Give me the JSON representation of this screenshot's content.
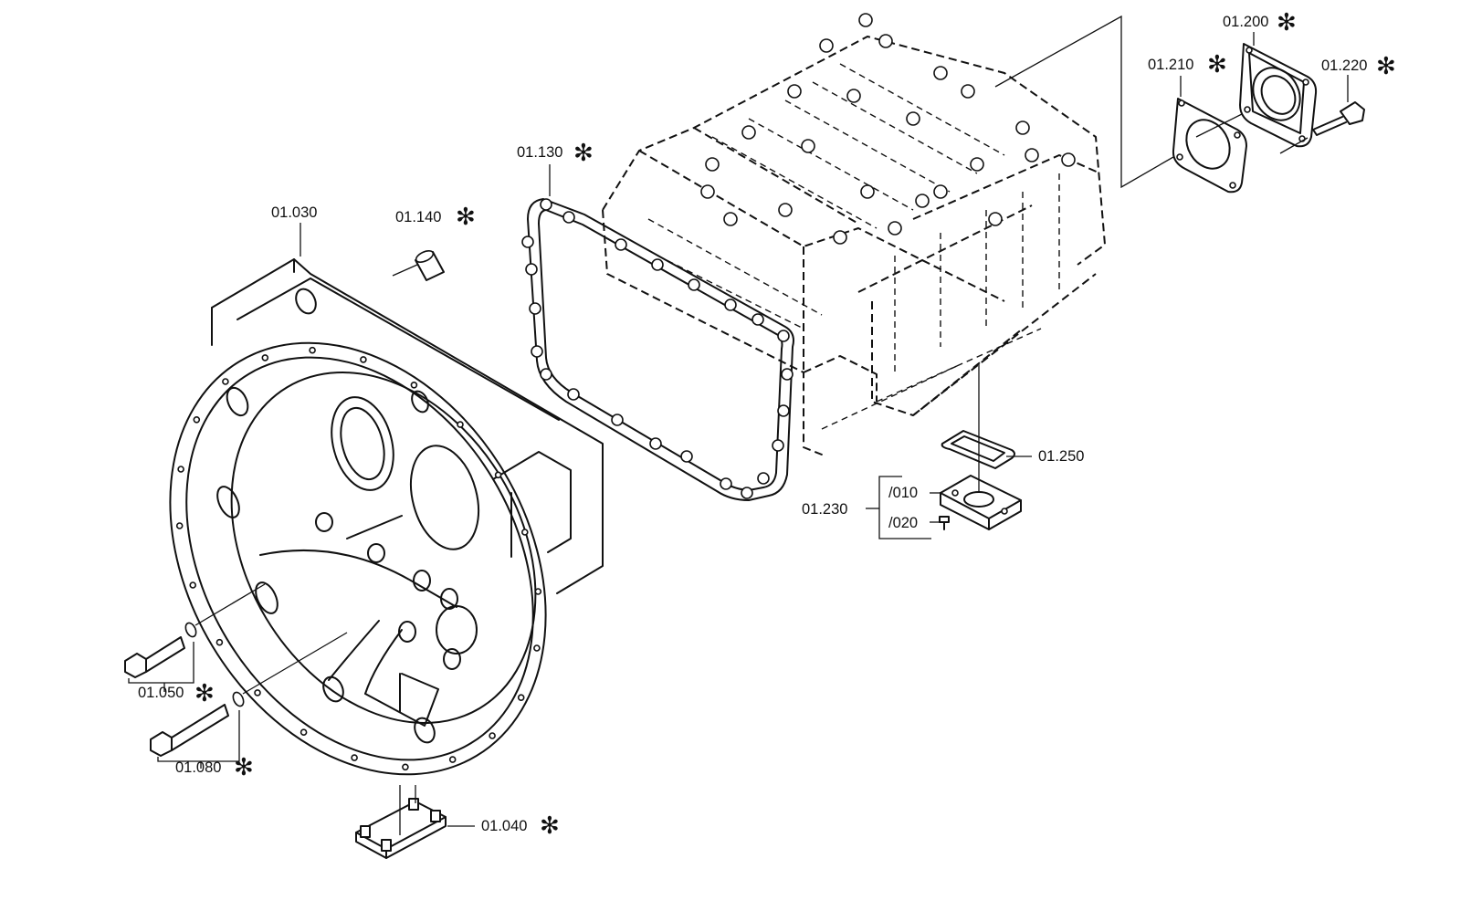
{
  "diagram": {
    "labels": {
      "p01_030": "01.030",
      "p01_140": "01.140",
      "p01_130": "01.130",
      "p01_210": "01.210",
      "p01_200": "01.200",
      "p01_220": "01.220",
      "p01_250": "01.250",
      "p01_230": "01.230",
      "p01_230_010": "/010",
      "p01_230_020": "/020",
      "p01_050": "01.050",
      "p01_080": "01.080",
      "p01_040": "01.040"
    },
    "marker": "✻"
  }
}
